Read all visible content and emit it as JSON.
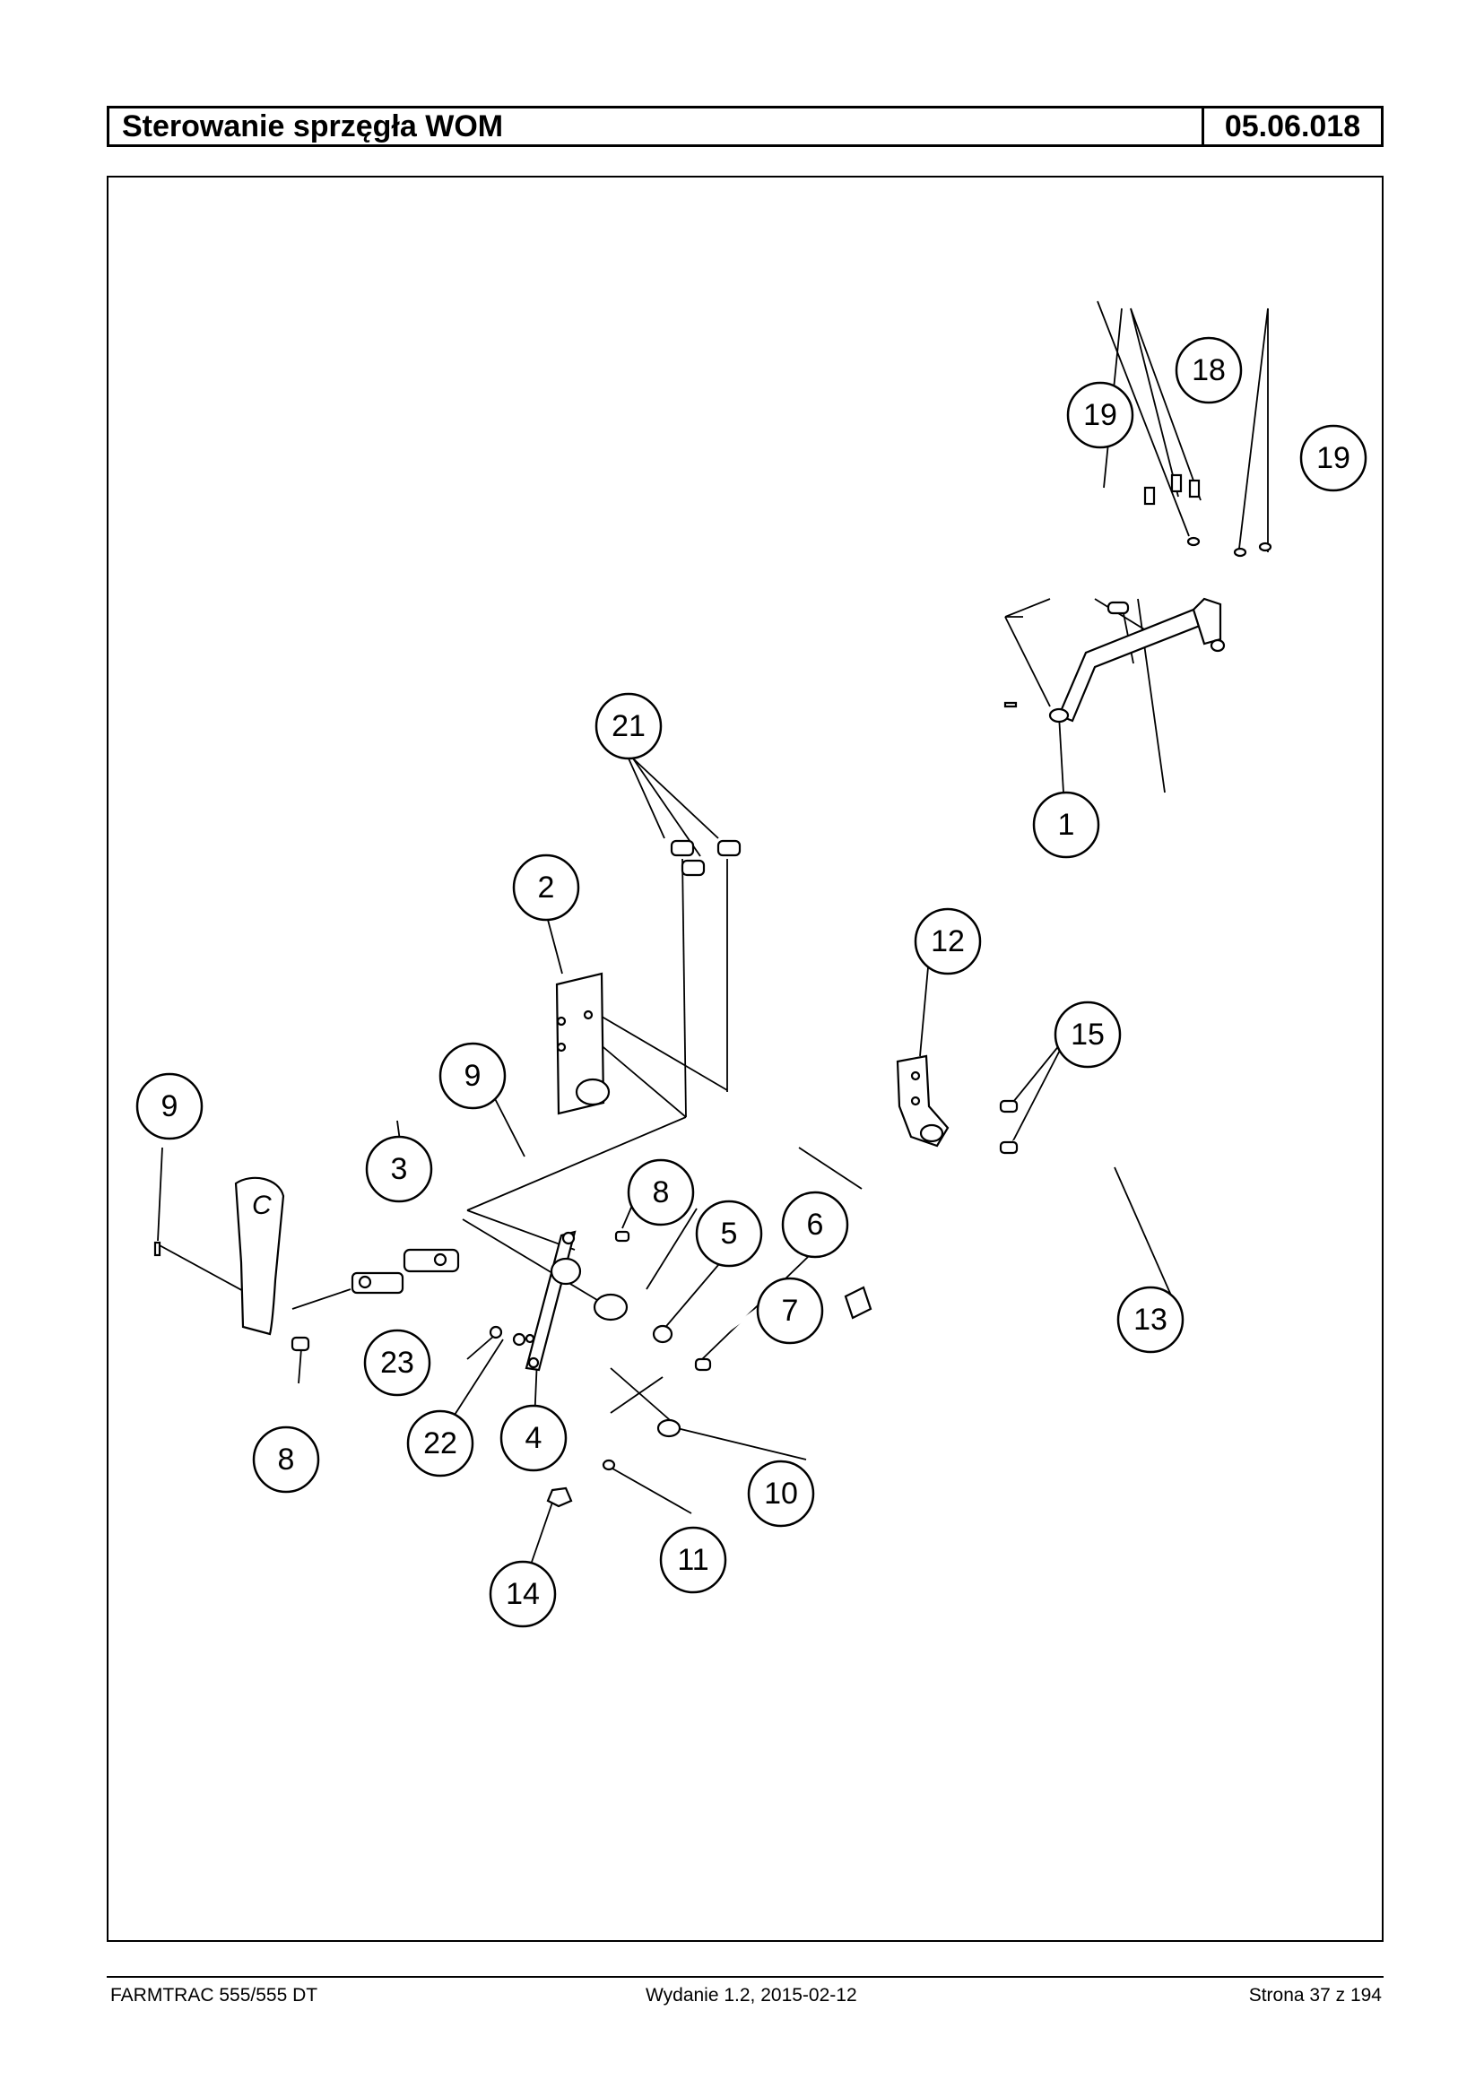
{
  "header": {
    "title": "Sterowanie sprzęgła WOM",
    "code": "05.06.018"
  },
  "footer": {
    "left": "FARMTRAC 555/555 DT",
    "center": "Wydanie 1.2,  2015-02-12",
    "right": "Strona 37 z 194"
  },
  "diagram": {
    "callouts": [
      "1",
      "2",
      "3",
      "4",
      "5",
      "6",
      "7",
      "8",
      "8",
      "9",
      "9",
      "10",
      "11",
      "12",
      "13",
      "14",
      "15",
      "18",
      "19",
      "19",
      "21",
      "22",
      "23"
    ],
    "pedal_mark": "C"
  }
}
